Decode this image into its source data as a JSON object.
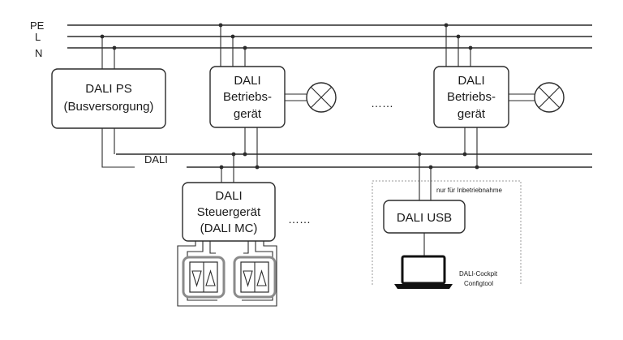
{
  "lines": {
    "pe": "PE",
    "l": "L",
    "n": "N",
    "dali": "DALI"
  },
  "boxes": {
    "power_supply": {
      "line1": "DALI PS",
      "line2": "(Busversorgung)"
    },
    "ballast_1": {
      "line1": "DALI",
      "line2": "Betriebs-",
      "line3": "gerät"
    },
    "ballast_2": {
      "line1": "DALI",
      "line2": "Betriebs-",
      "line3": "gerät"
    },
    "controller": {
      "line1": "DALI",
      "line2": "Steuergerät",
      "line3": "(DALI MC)"
    },
    "usb": {
      "label": "DALI USB"
    }
  },
  "annotations": {
    "ellipsis_top": "……",
    "ellipsis_bottom": "……",
    "commissioning_note": "nur für Inbetriebnahme",
    "software_line1": "DALI-Cockpit",
    "software_line2": "Configtool"
  },
  "icons": {
    "lamp": "lamp-cross-icon",
    "button": "push-button-icon",
    "laptop": "laptop-icon"
  }
}
